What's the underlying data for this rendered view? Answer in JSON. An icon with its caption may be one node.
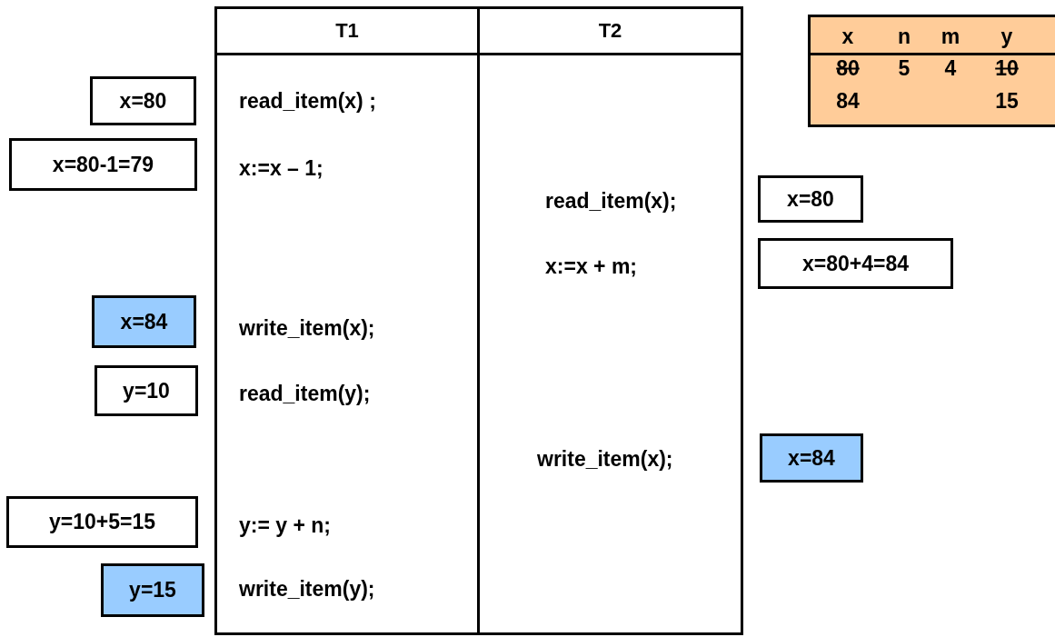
{
  "diagram": {
    "nodes": [
      {
        "text": [
          "T1",
          "read_item(x) ;",
          "x:=x – 1;",
          "write_item(x);",
          "read_item(y);",
          "y:= y + n;",
          "write_item(y);"
        ]
      },
      {
        "text": [
          "T2",
          "read_item(x);",
          "x:=x + m;",
          "write_item(x);"
        ]
      },
      {
        "text": [
          "x",
          "n",
          "m",
          "y",
          "80",
          "5",
          "4",
          "10",
          "84",
          "15"
        ]
      },
      {
        "text": [
          "x=80"
        ]
      },
      {
        "text": [
          "x=80-1=79"
        ]
      },
      {
        "text": [
          "x=84"
        ]
      },
      {
        "text": [
          "y=10"
        ]
      },
      {
        "text": [
          "y=10+5=15"
        ]
      },
      {
        "text": [
          "y=15"
        ]
      },
      {
        "text": [
          "x=80"
        ]
      },
      {
        "text": [
          "x=80+4=84"
        ]
      },
      {
        "text": [
          "x=84"
        ]
      }
    ]
  }
}
